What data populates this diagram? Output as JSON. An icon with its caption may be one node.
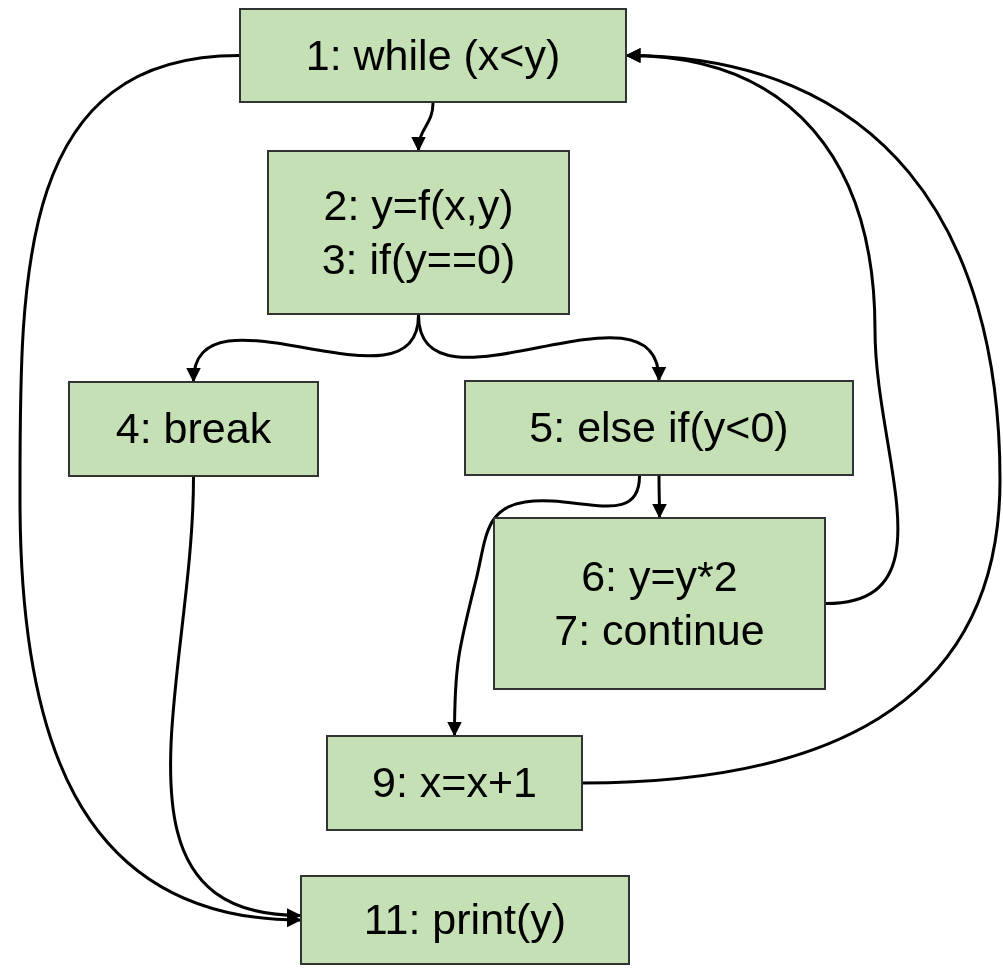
{
  "diagram": {
    "nodes": [
      {
        "text": [
          "1: while (x<y)"
        ]
      },
      {
        "text": [
          "2: y=f(x,y)",
          "3: if(y==0)"
        ]
      },
      {
        "text": [
          "4: break"
        ]
      },
      {
        "text": [
          "5: else if(y<0)"
        ]
      },
      {
        "text": [
          "6: y=y*2",
          "7: continue"
        ]
      },
      {
        "text": [
          "9: x=x+1"
        ]
      },
      {
        "text": [
          "11: print(y)"
        ]
      }
    ],
    "edges": [
      {
        "from": 0,
        "to": 1,
        "arrow": "to"
      },
      {
        "from": 1,
        "to": 2,
        "arrow": "to"
      },
      {
        "from": 1,
        "to": 3,
        "arrow": "to"
      },
      {
        "from": 3,
        "to": 4,
        "arrow": "to"
      },
      {
        "from": 3,
        "to": 5,
        "arrow": "to"
      },
      {
        "from": 4,
        "to": 0,
        "arrow": "to"
      },
      {
        "from": 5,
        "to": 0,
        "arrow": "to"
      },
      {
        "from": 2,
        "to": 6,
        "arrow": "to"
      },
      {
        "from": 0,
        "to": 6,
        "arrow": "to"
      }
    ]
  }
}
